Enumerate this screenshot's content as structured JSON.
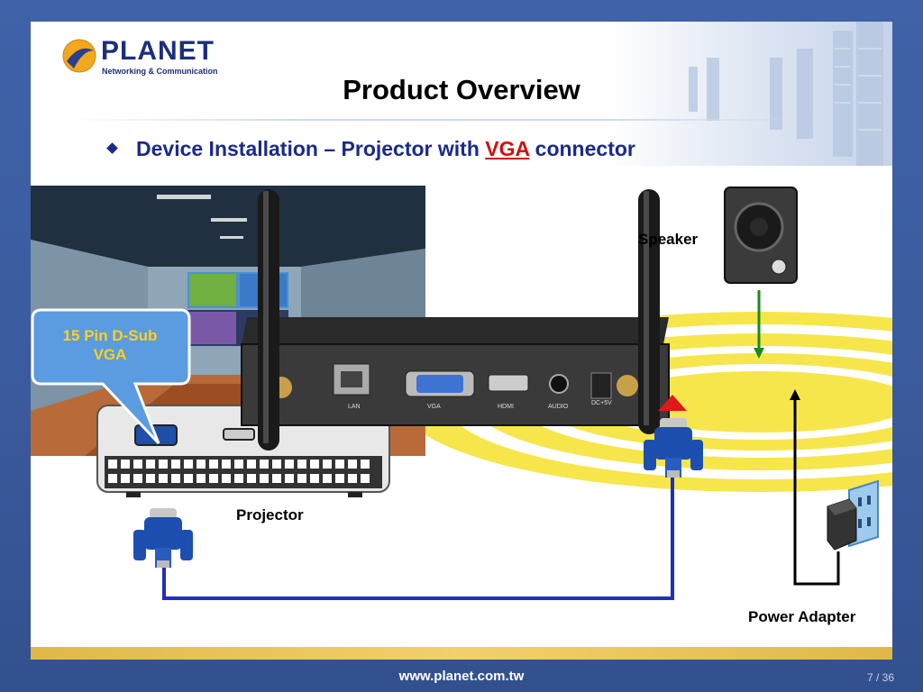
{
  "logo": {
    "name": "PLANET",
    "tagline": "Networking & Communication"
  },
  "title": "Product Overview",
  "bullet": {
    "prefix": "Device Installation – Projector with ",
    "highlight": "VGA",
    "suffix": " connector"
  },
  "callout": {
    "line1": "15 Pin D-Sub",
    "line2": "VGA"
  },
  "labels": {
    "projector": "Projector",
    "speaker": "Speaker",
    "power_adapter": "Power Adapter"
  },
  "device_ports": [
    "LAN",
    "VGA",
    "HDMI",
    "AUDIO",
    "DC+5V"
  ],
  "footer": {
    "url": "www.planet.com.tw",
    "page": "7 / 36"
  },
  "colors": {
    "cable_vga": "#1f2fbf",
    "cable_audio": "#1b8a1b",
    "cable_power": "#000000",
    "highlight": "#d01010",
    "title_blue": "#1a2a8a",
    "callout_text": "#ffd21a"
  }
}
